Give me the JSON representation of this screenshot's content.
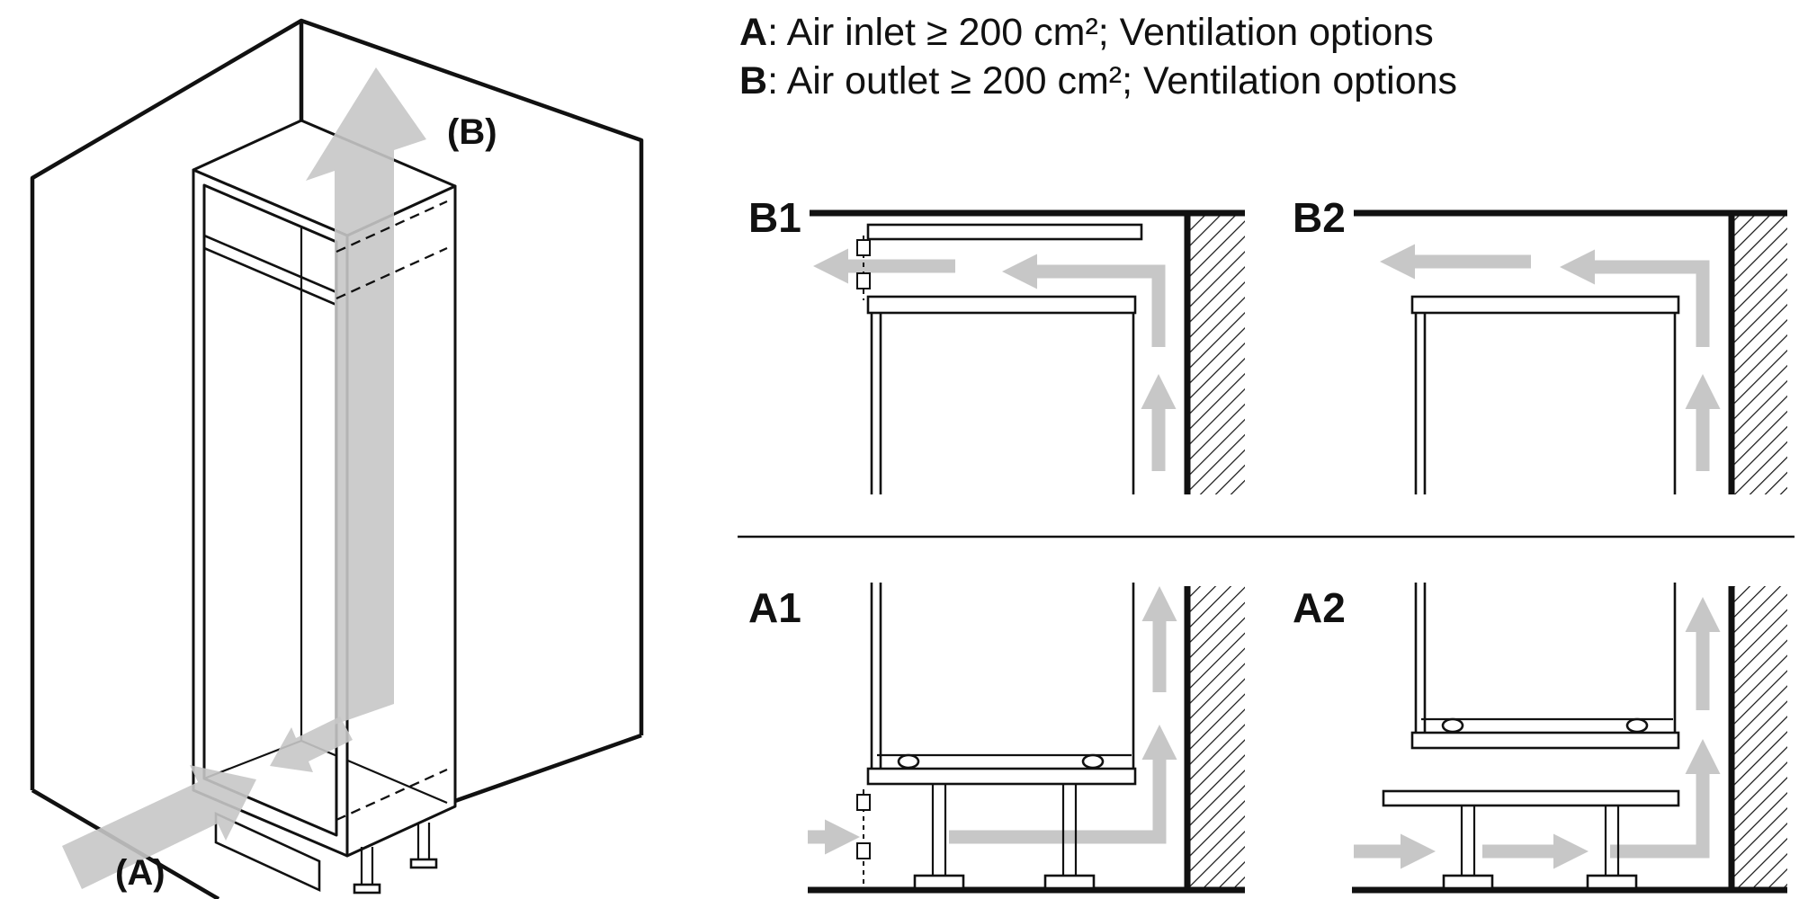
{
  "colors": {
    "line": "#111111",
    "arrow": "#c7c7c7",
    "background": "#ffffff"
  },
  "legend": {
    "items": [
      {
        "key": "A",
        "text": ": Air inlet ≥ 200 cm²; Ventilation options"
      },
      {
        "key": "B",
        "text": ": Air outlet ≥ 200 cm²; Ventilation options"
      }
    ]
  },
  "overview": {
    "outlet_label": "(B)",
    "inlet_label": "(A)"
  },
  "panels": {
    "b1": {
      "label": "B1"
    },
    "b2": {
      "label": "B2"
    },
    "a1": {
      "label": "A1"
    },
    "a2": {
      "label": "A2"
    }
  }
}
